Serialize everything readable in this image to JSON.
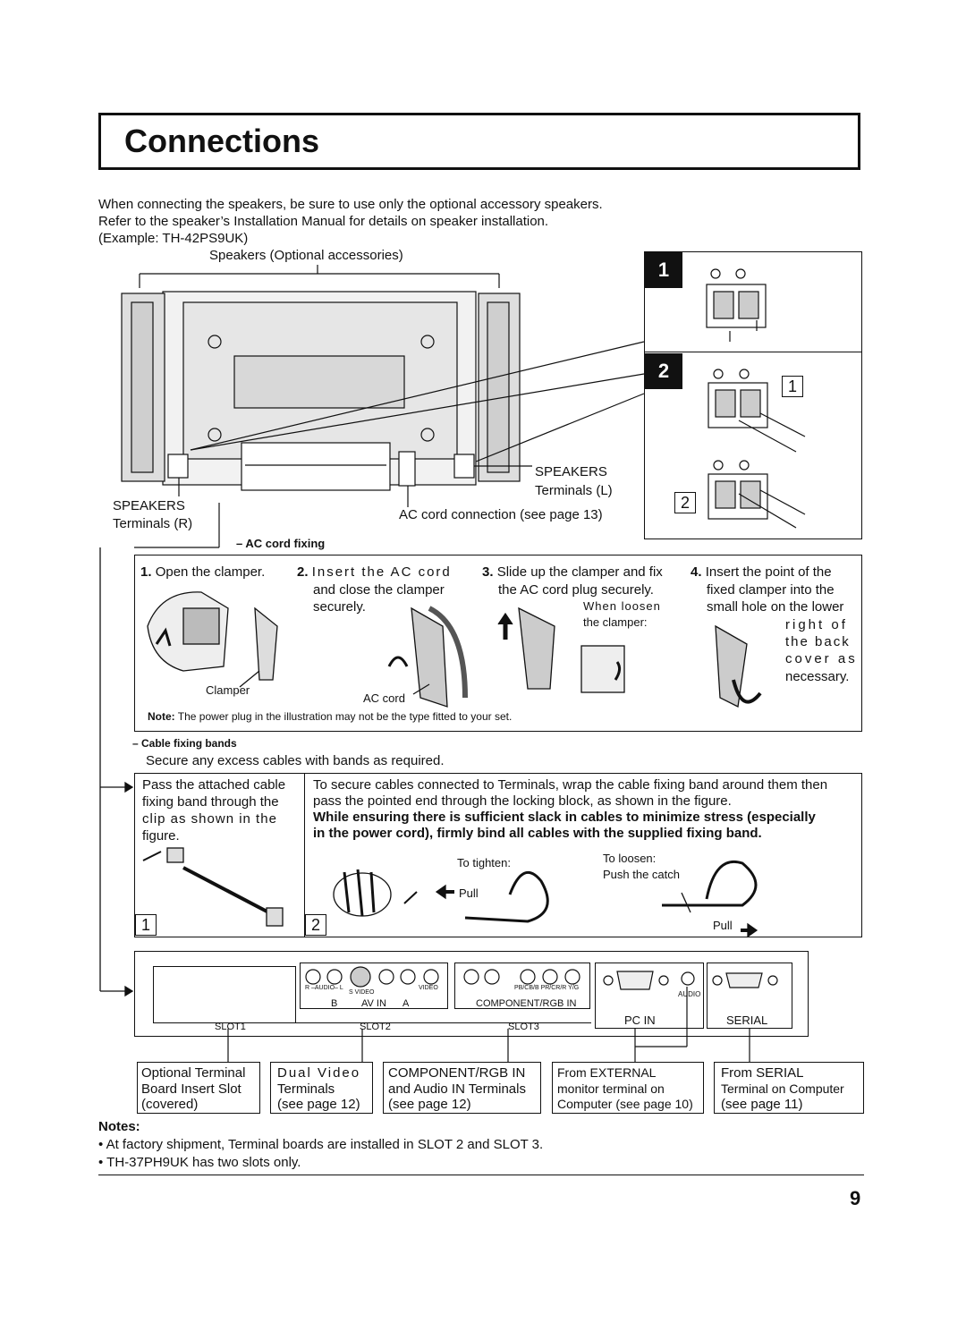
{
  "page": {
    "title": "Connections",
    "page_number": "9"
  },
  "intro": {
    "line1": "When connecting the speakers, be sure to use only the optional accessory speakers.",
    "line2": "Refer to the speaker’s Installation Manual for details on speaker installation.",
    "line3": "(Example: TH-42PS9UK)",
    "speakers_label": "Speakers (Optional accessories)"
  },
  "rear_figure": {
    "speakers_r_line1": "SPEAKERS",
    "speakers_r_line2": "Terminals (R)",
    "speakers_l_line1": "SPEAKERS",
    "speakers_l_line2": "Terminals (L)",
    "ac_cord_connection": "AC cord connection (see page 13)"
  },
  "speaker_steps": {
    "step1_num": "1",
    "step2_num": "2",
    "sub1": "1",
    "sub2": "2"
  },
  "ac_cord": {
    "heading": "– AC cord fixing",
    "step1_num": "1.",
    "step1_text": "Open the clamper.",
    "step2_num": "2.",
    "step2_text_l1": "Insert the AC cord",
    "step2_text_l2": "and close the clamper",
    "step2_text_l3": "securely.",
    "step3_num": "3.",
    "step3_text_l1": "Slide up the clamper and fix",
    "step3_text_l2": "the AC cord plug securely.",
    "step3_text_l3": "When loosen",
    "step3_text_l4": "the clamper:",
    "step4_num": "4.",
    "step4_text_l1": "Insert the point of the",
    "step4_text_l2": "fixed clamper into the",
    "step4_text_l3": "small hole on the lower",
    "step4_text_l4": "right of",
    "step4_text_l5": "the back",
    "step4_text_l6": "cover as",
    "step4_text_l7": "necessary.",
    "clamper_label": "Clamper",
    "ac_cord_label": "AC cord",
    "note_bold": "Note:",
    "note_text": " The power plug in the illustration may not be the type fitted to your set."
  },
  "cable_bands": {
    "heading": "– Cable fixing bands",
    "subheading": "Secure any excess cables with bands as required.",
    "left_l1": "Pass the attached cable",
    "left_l2": "fixing band through the",
    "left_l3": "clip as shown in the",
    "left_l4": "figure.",
    "right_l1": "To secure cables connected to Terminals, wrap the cable fixing band around them then",
    "right_l2": "pass the pointed end through the locking block, as shown in the figure.",
    "right_bold_l1": "While ensuring there is sufficient slack in cables to minimize stress (especially",
    "right_bold_l2": "in the power cord), firmly bind all cables with the supplied fixing band.",
    "to_tighten": "To tighten:",
    "pull1": "Pull",
    "to_loosen": "To loosen:",
    "push_catch": "Push the catch",
    "pull2": "Pull",
    "num1": "1",
    "num2": "2"
  },
  "terminal_panel": {
    "slot1": "SLOT1",
    "slot2": "SLOT2",
    "slot3": "SLOT3",
    "av_in": "AV IN",
    "av_b": "B",
    "av_a": "A",
    "component_rgb_in": "COMPONENT/RGB IN",
    "pc_in": "PC    IN",
    "serial": "SERIAL",
    "audio": "AUDIO",
    "r_audio_l": "R –AUDIO– L",
    "svideo": "S VIDEO",
    "video": "VIDEO",
    "pbcb": "PB/CB/B  PR/CR/R  Y/G"
  },
  "callouts": {
    "c1_l1": "Optional Terminal",
    "c1_l2": "Board Insert Slot",
    "c1_l3": "(covered)",
    "c2_l1": "Dual Video",
    "c2_l2": "Terminals",
    "c2_l3": "(see page 12)",
    "c3_l1": "COMPONENT/RGB IN",
    "c3_l2": "and Audio IN Terminals",
    "c3_l3": "(see page 12)",
    "c4_l1": "From EXTERNAL",
    "c4_l2": "monitor terminal on",
    "c4_l3": "Computer (see page 10)",
    "c5_l1": "From SERIAL",
    "c5_l2": "Terminal on Computer",
    "c5_l3": "(see page 11)"
  },
  "notes": {
    "heading": "Notes:",
    "item1": "At factory shipment, Terminal boards are installed in SLOT 2 and SLOT 3.",
    "item2": "TH-37PH9UK has two slots only."
  }
}
